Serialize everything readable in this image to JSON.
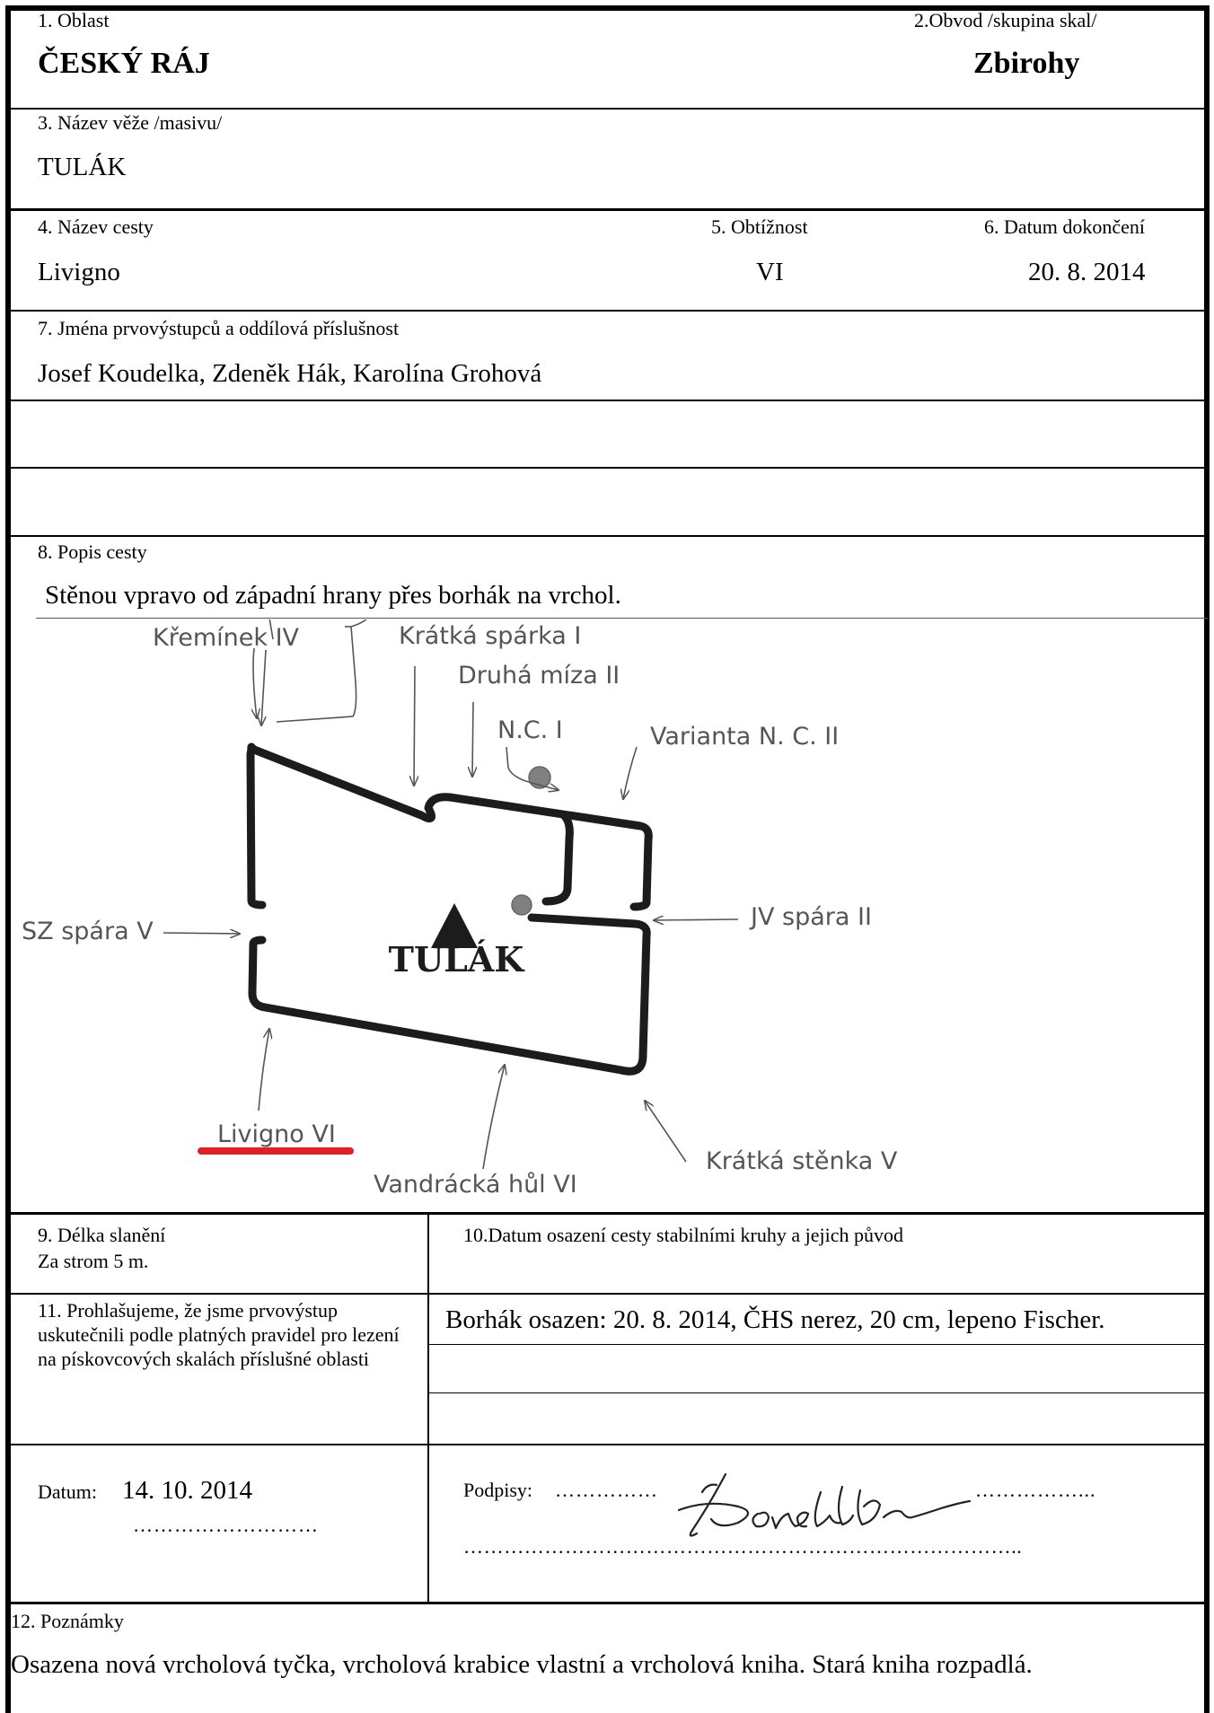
{
  "header": {
    "area_label": "1. Oblast",
    "area_value": "ČESKÝ RÁJ",
    "district_label": "2.Obvod /skupina skal/",
    "district_value": "Zbirohy"
  },
  "tower": {
    "label": "3. Název věže /masivu/",
    "value": "TULÁK"
  },
  "route": {
    "name_label": "4. Název cesty",
    "name_value": "Livigno",
    "difficulty_label": "5. Obtížnost",
    "difficulty_value": "VI",
    "date_label": "6. Datum dokončení",
    "date_value": "20. 8. 2014"
  },
  "climbers": {
    "label": "7. Jména prvovýstupců a oddílová příslušnost",
    "value": "Josef Koudelka, Zdeněk Hák, Karolína Grohová"
  },
  "description": {
    "label": "8. Popis cesty",
    "value": "Stěnou vpravo od západní hrany přes borhák na vrchol."
  },
  "diagram": {
    "tower_name": "TULÁK",
    "labels": {
      "kreminek": "Křemínek IV",
      "kratka_sparka": "Krátká spárka I",
      "druha_miza": "Druhá míza II",
      "nc": "N.C. I",
      "varianta": "Varianta N. C. II",
      "sz_spara": "SZ spára V",
      "jv_spara": "JV spára II",
      "livigno": "Livigno VI",
      "vandracka": "Vandrácká hůl VI",
      "kratka_stenka": "Krátká stěnka V"
    },
    "colors": {
      "ink": "#1c1c1c",
      "label": "#555555",
      "bolt": "#808080",
      "highlight": "#e31e24"
    }
  },
  "rappel": {
    "label": "9. Délka slanění",
    "value": "Za strom 5 m."
  },
  "bolts": {
    "label": "10.Datum osazení cesty stabilními kruhy a jejich původ",
    "value": "Borhák osazen: 20. 8. 2014, ČHS nerez, 20 cm, lepeno Fischer."
  },
  "declaration": {
    "text": "11. Prohlašujeme, že jsme prvovýstup uskutečnili podle platných pravidel pro lezení na pískovcových skalách příslušné oblasti"
  },
  "signing": {
    "date_label": "Datum:",
    "date_value": "14. 10. 2014",
    "date_dots": "………………………",
    "signatures_label": "Podpisy:",
    "dots_left": "……………",
    "dots_right": "……………...",
    "dots_line": "………………………………………………………………………..",
    "signature_name": "Koudelka"
  },
  "notes": {
    "label": "12. Poznámky",
    "value": "Osazena nová vrcholová tyčka, vrcholová krabice vlastní a vrcholová kniha. Stará kniha rozpadlá."
  }
}
